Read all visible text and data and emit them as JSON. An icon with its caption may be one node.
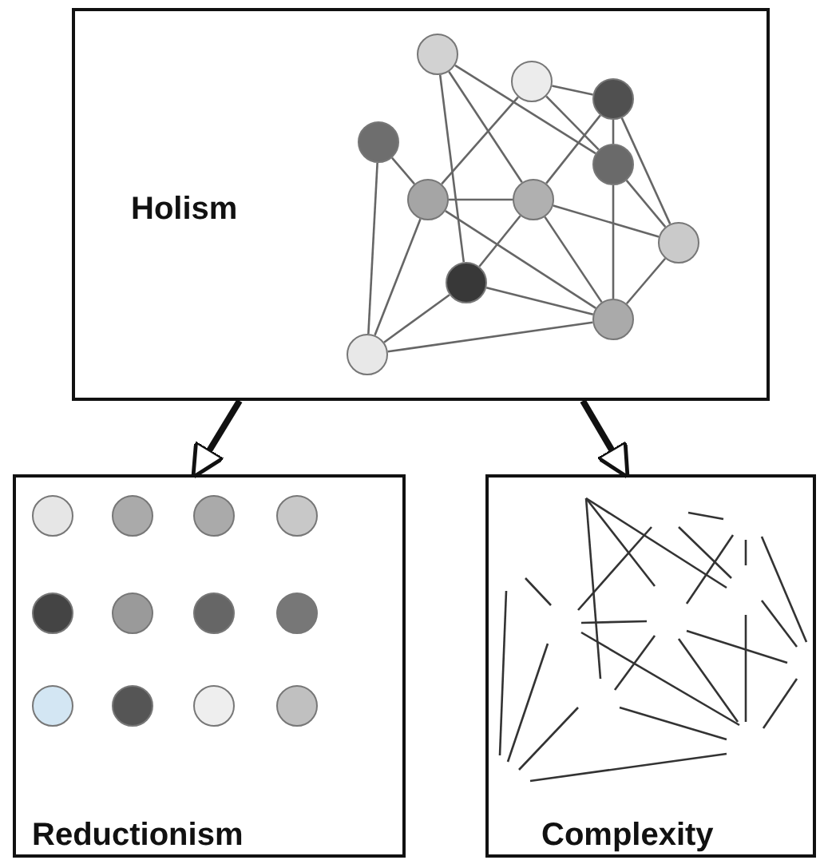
{
  "diagram": {
    "nodes": [
      {
        "text": [
          "Holism"
        ]
      },
      {
        "text": [],
        "shape": "circle",
        "in": 0
      },
      {
        "text": [],
        "shape": "circle",
        "in": 0
      },
      {
        "text": [],
        "shape": "circle",
        "in": 0
      },
      {
        "text": [],
        "shape": "circle",
        "in": 0
      },
      {
        "text": [],
        "shape": "circle",
        "in": 0
      },
      {
        "text": [],
        "shape": "circle",
        "in": 0
      },
      {
        "text": [],
        "shape": "circle",
        "in": 0
      },
      {
        "text": [],
        "shape": "circle",
        "in": 0
      },
      {
        "text": [],
        "shape": "circle",
        "in": 0
      },
      {
        "text": [],
        "shape": "circle",
        "in": 0
      },
      {
        "text": [],
        "shape": "circle",
        "in": 0
      },
      {
        "text": [
          "Reductionism"
        ]
      },
      {
        "text": [],
        "shape": "circle",
        "in": 12
      },
      {
        "text": [],
        "shape": "circle",
        "in": 12
      },
      {
        "text": [],
        "shape": "circle",
        "in": 12
      },
      {
        "text": [],
        "shape": "circle",
        "in": 12
      },
      {
        "text": [],
        "shape": "circle",
        "in": 12
      },
      {
        "text": [],
        "shape": "circle",
        "in": 12
      },
      {
        "text": [],
        "shape": "circle",
        "in": 12
      },
      {
        "text": [],
        "shape": "circle",
        "in": 12
      },
      {
        "text": [],
        "shape": "circle",
        "in": 12
      },
      {
        "text": [],
        "shape": "circle",
        "in": 12
      },
      {
        "text": [],
        "shape": "circle",
        "in": 12
      },
      {
        "text": [],
        "shape": "circle",
        "in": 12
      },
      {
        "text": [
          "Complexity"
        ]
      }
    ],
    "edges": [
      {
        "from": 1,
        "to": 10,
        "arrow": "none"
      },
      {
        "from": 1,
        "to": 7,
        "arrow": "none"
      },
      {
        "from": 1,
        "to": 5,
        "arrow": "none"
      },
      {
        "from": 2,
        "to": 3,
        "arrow": "none"
      },
      {
        "from": 2,
        "to": 6,
        "arrow": "none"
      },
      {
        "from": 2,
        "to": 5,
        "arrow": "none"
      },
      {
        "from": 3,
        "to": 5,
        "arrow": "none"
      },
      {
        "from": 3,
        "to": 7,
        "arrow": "none"
      },
      {
        "from": 3,
        "to": 8,
        "arrow": "none"
      },
      {
        "from": 4,
        "to": 6,
        "arrow": "none"
      },
      {
        "from": 4,
        "to": 11,
        "arrow": "none"
      },
      {
        "from": 5,
        "to": 9,
        "arrow": "none"
      },
      {
        "from": 5,
        "to": 8,
        "arrow": "none"
      },
      {
        "from": 6,
        "to": 7,
        "arrow": "none"
      },
      {
        "from": 6,
        "to": 11,
        "arrow": "none"
      },
      {
        "from": 6,
        "to": 9,
        "arrow": "none"
      },
      {
        "from": 7,
        "to": 8,
        "arrow": "none"
      },
      {
        "from": 7,
        "to": 9,
        "arrow": "none"
      },
      {
        "from": 7,
        "to": 10,
        "arrow": "none"
      },
      {
        "from": 10,
        "to": 11,
        "arrow": "none"
      },
      {
        "from": 10,
        "to": 9,
        "arrow": "none"
      },
      {
        "from": 11,
        "to": 9,
        "arrow": "none"
      },
      {
        "from": 8,
        "to": 9,
        "arrow": "none"
      },
      {
        "from": 0,
        "to": 12,
        "arrow": "to",
        "style": "thick"
      },
      {
        "from": 0,
        "to": 25,
        "arrow": "to",
        "style": "thick"
      }
    ]
  }
}
